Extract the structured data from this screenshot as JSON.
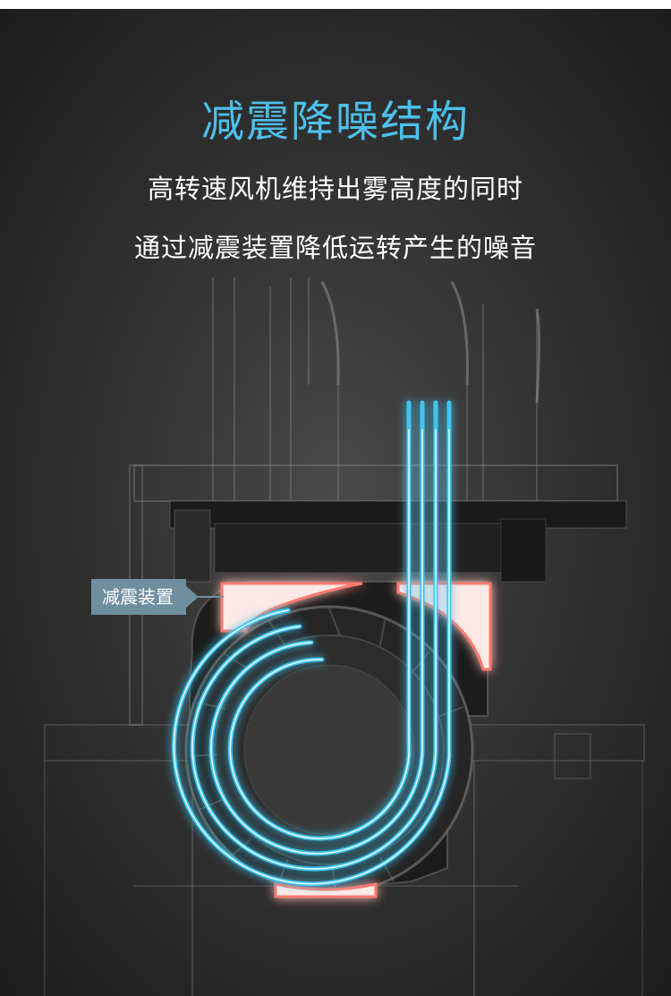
{
  "header": {
    "title": "减震降噪结构",
    "line1": "高转速风机维持出雾高度的同时",
    "line2": "通过减震装置降低运转产生的噪音"
  },
  "diagram": {
    "callout_label": "减震装置"
  },
  "colors": {
    "accent": "#4cc0ec",
    "damper": "#ff7a6e",
    "background": "#2a2a2a"
  }
}
